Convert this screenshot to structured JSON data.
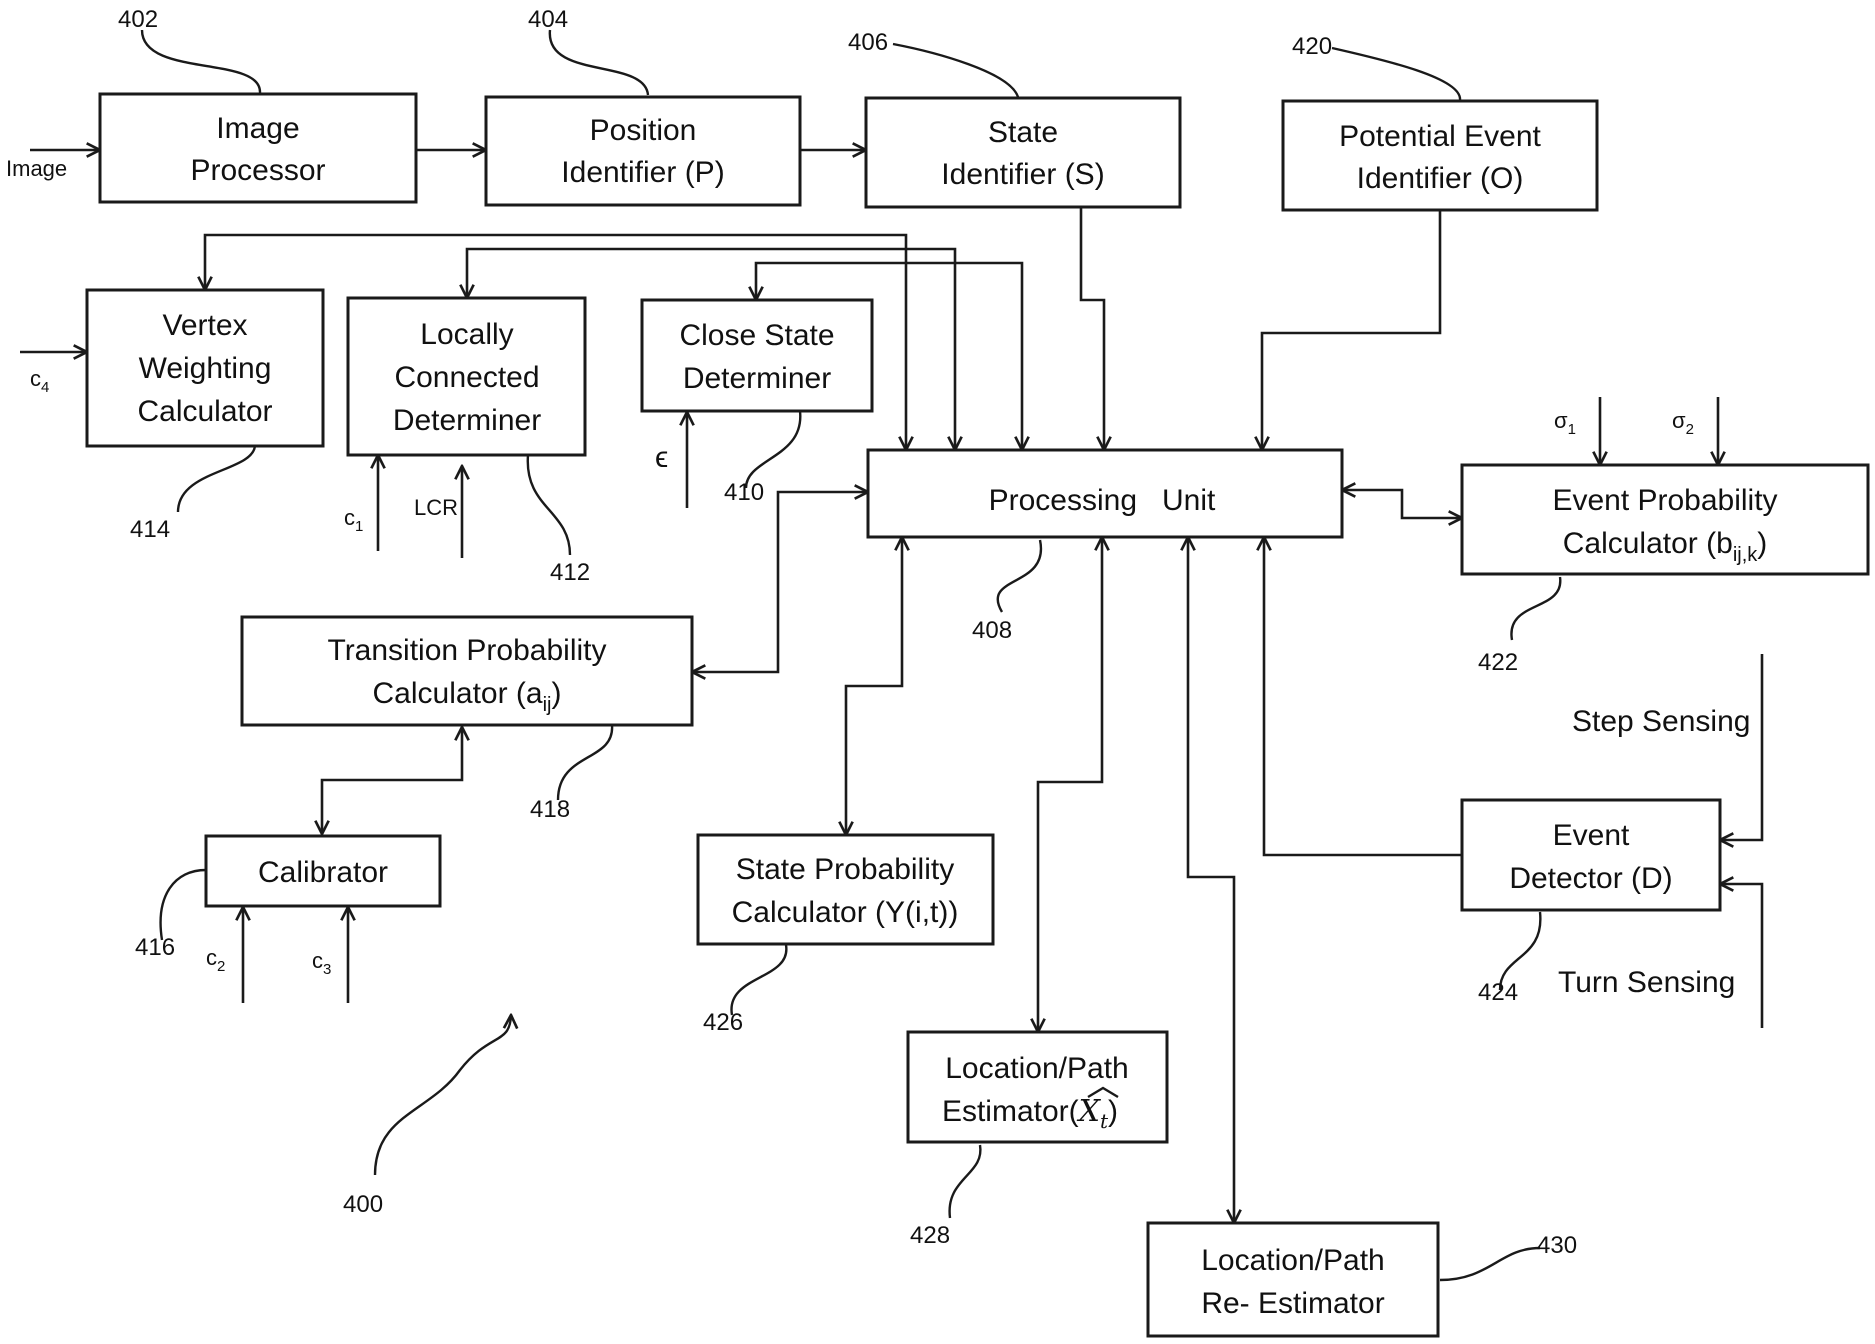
{
  "diagram": {
    "figure_ref": "400",
    "blocks": {
      "image_processor": {
        "ref": "402",
        "line1": "Image",
        "line2": "Processor"
      },
      "position_identifier": {
        "ref": "404",
        "line1": "Position",
        "line2": "Identifier (P)"
      },
      "state_identifier": {
        "ref": "406",
        "line1": "State",
        "line2": "Identifier (S)"
      },
      "potential_event_identifier": {
        "ref": "420",
        "line1": "Potential Event",
        "line2": "Identifier (O)"
      },
      "vertex_weighting_calculator": {
        "ref": "414",
        "line1": "Vertex",
        "line2": "Weighting",
        "line3": "Calculator"
      },
      "locally_connected_determiner": {
        "ref": "412",
        "line1": "Locally",
        "line2": "Connected",
        "line3": "Determiner"
      },
      "close_state_determiner": {
        "ref": "410",
        "line1": "Close State",
        "line2": "Determiner"
      },
      "processing_unit": {
        "ref": "408",
        "line1": "Processing   Unit"
      },
      "event_probability_calculator": {
        "ref": "422",
        "line1": "Event Probability",
        "line2": "Calculator (b",
        "sub": "ij,k",
        "close": ")"
      },
      "transition_probability_calculator": {
        "ref": "418",
        "line1": "Transition Probability",
        "line2": "Calculator (a",
        "sub": "ij",
        "close": ")"
      },
      "calibrator": {
        "ref": "416",
        "line1": "Calibrator"
      },
      "state_probability_calculator": {
        "ref": "426",
        "line1": "State Probability",
        "line2": "Calculator (Υ(i,t))"
      },
      "event_detector": {
        "ref": "424",
        "line1": "Event",
        "line2": "Detector (D)"
      },
      "location_path_estimator": {
        "ref": "428",
        "line1": "Location/Path",
        "line2": "Estimator(",
        "hat": "X",
        "hat_sub": "t",
        "close": ")"
      },
      "location_path_reestimator": {
        "ref": "430",
        "line1": "Location/Path",
        "line2": "Re- Estimator"
      }
    },
    "inputs": {
      "image": "Image",
      "c4": {
        "base": "c",
        "sub": "4"
      },
      "c1": {
        "base": "c",
        "sub": "1"
      },
      "lcr": "LCR",
      "epsilon": "ϵ",
      "c2": {
        "base": "c",
        "sub": "2"
      },
      "c3": {
        "base": "c",
        "sub": "3"
      },
      "sigma1": {
        "base": "σ",
        "sub": "1"
      },
      "sigma2": {
        "base": "σ",
        "sub": "2"
      },
      "step_sensing": "Step Sensing",
      "turn_sensing": "Turn Sensing"
    }
  }
}
